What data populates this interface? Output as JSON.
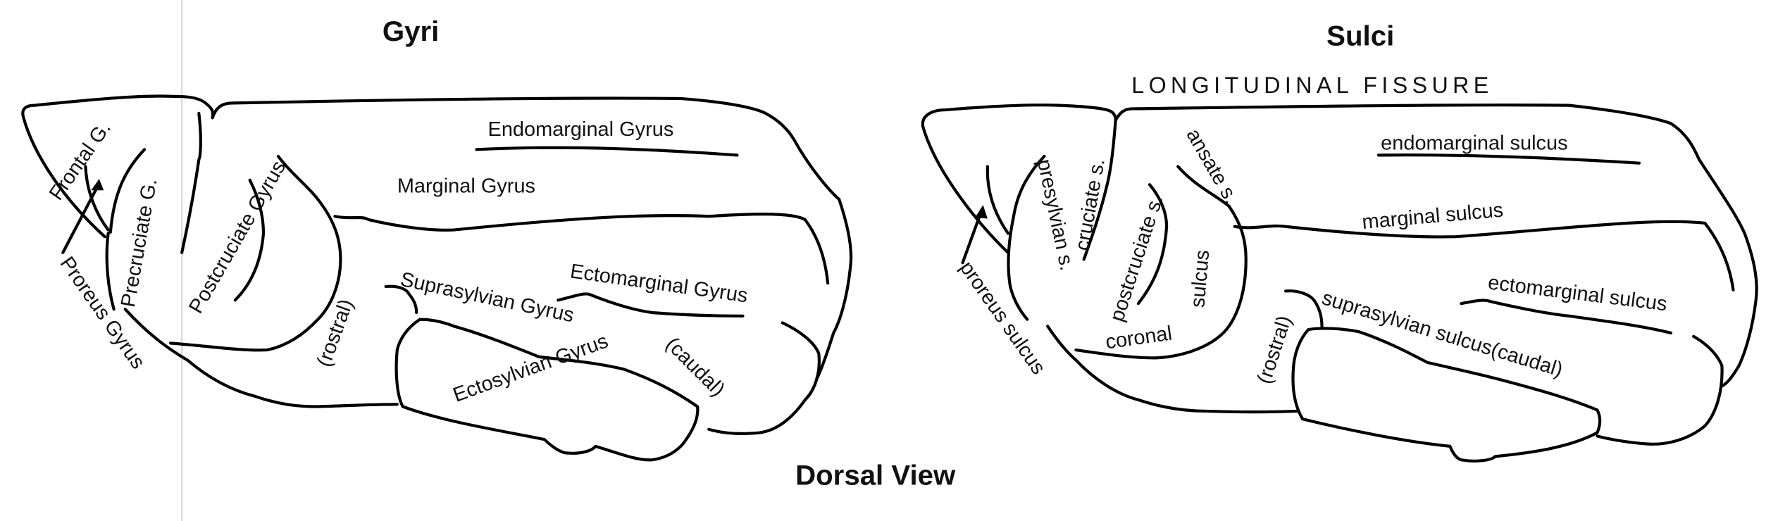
{
  "titles": {
    "gyri": "Gyri",
    "sulci": "Sulci",
    "view": "Dorsal View"
  },
  "gyri_labels": {
    "frontal": "Frontal G.",
    "precruciate": "Precruciate G.",
    "postcruciate": "Postcruciate Gyrus",
    "endomarginal": "Endomarginal Gyrus",
    "marginal": "Marginal Gyrus",
    "ectomarginal": "Ectomarginal Gyrus",
    "suprasylvian": "Suprasylvian Gyrus",
    "rostral": "(rostral)",
    "caudal": "(caudal)",
    "ectosylvian": "Ectosylvian Gyrus",
    "proreus": "Proreus Gyrus"
  },
  "sulci_labels": {
    "longitudinal": "LONGITUDINAL FISSURE",
    "endomarginal": "endomarginal sulcus",
    "marginal": "marginal  sulcus",
    "ectomarginal": "ectomarginal  sulcus",
    "suprasylvian": "suprasylvian sulcus(caudal)",
    "rostral": "(rostral)",
    "cruciate": "cruciate s.",
    "postcruciate": "postcruciate s.",
    "ansate": "ansate s.",
    "coronal_a": "coronal",
    "coronal_b": "sulcus",
    "presylvian": "presylvian s.",
    "proreus": "proreus sulcus"
  }
}
